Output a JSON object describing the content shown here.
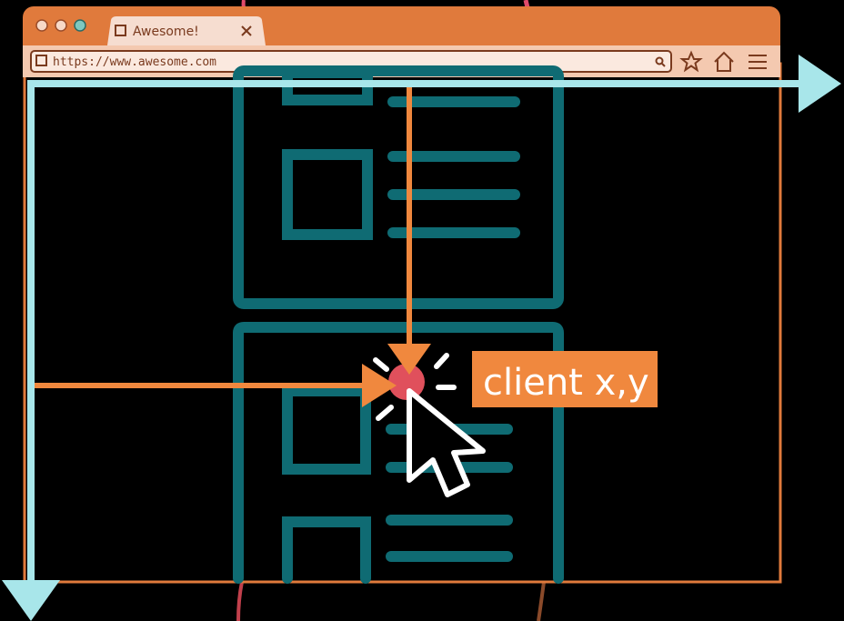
{
  "browser": {
    "tab_title": "Awesome!",
    "address": "https://www.awesome.com",
    "window_buttons": [
      "close",
      "minimize",
      "maximize"
    ],
    "toolbar_icons": [
      "search-icon",
      "star-icon",
      "home-icon",
      "menu-icon"
    ]
  },
  "annotation": {
    "label": "client x,y"
  },
  "colors": {
    "chrome": "#e07a3c",
    "chrome_light": "#f3c4a8",
    "axis": "#a8e6ea",
    "pointer_line": "#f0883e",
    "content_teal": "#0f6b73",
    "click_dot": "#e0505c",
    "cursor": "#ffffff"
  }
}
